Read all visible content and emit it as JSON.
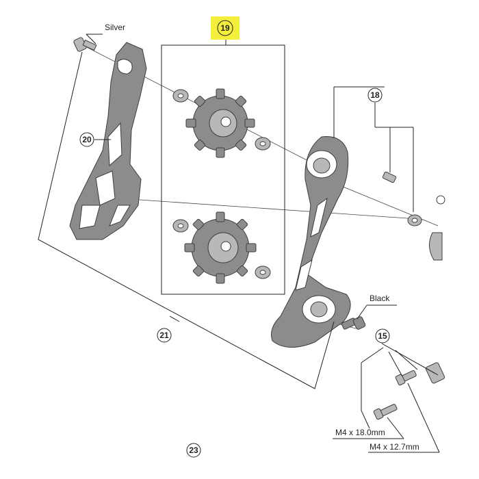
{
  "diagram": {
    "parts": [
      {
        "id": "p19",
        "number": "19",
        "highlighted": true
      },
      {
        "id": "p18",
        "number": "18"
      },
      {
        "id": "p20",
        "number": "20"
      },
      {
        "id": "p21",
        "number": "21"
      },
      {
        "id": "p15",
        "number": "15"
      },
      {
        "id": "p23",
        "number": "23"
      }
    ],
    "labels": {
      "silver": "Silver",
      "black": "Black",
      "bolt_long": "M4 x 18.0mm",
      "bolt_short": "M4 x 12.7mm"
    },
    "colors": {
      "highlight": "#f3ef3b",
      "part_fill": "#8c8c8c",
      "line": "#222222"
    }
  }
}
